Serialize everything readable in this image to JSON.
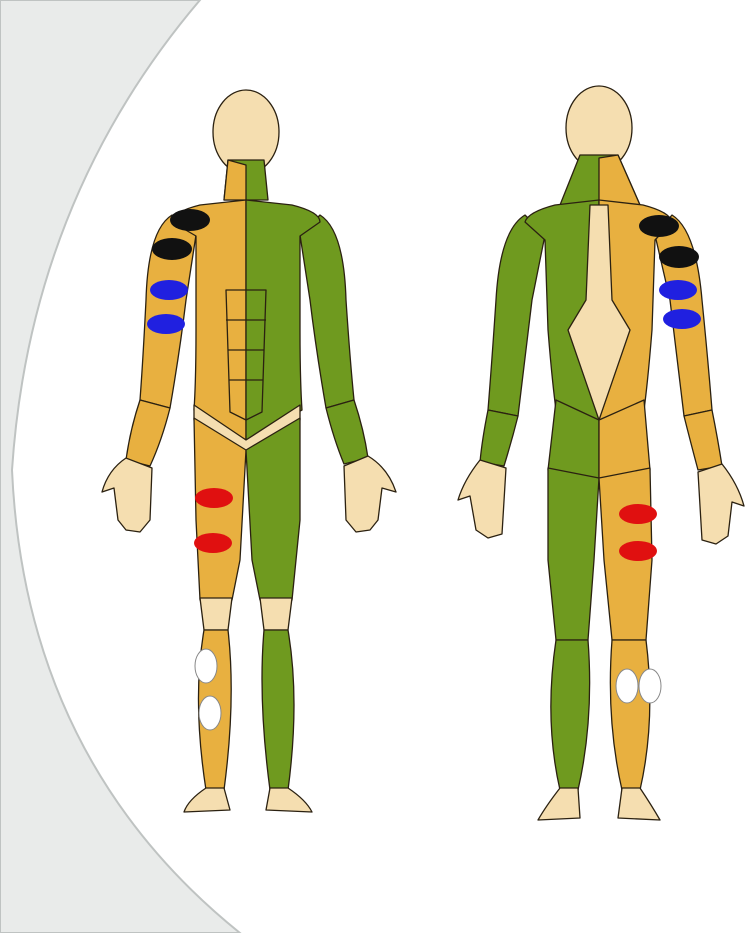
{
  "colors": {
    "background_panel": "#e9ebea",
    "panel_edge": "#bfc3c2",
    "skin": "#f5deb0",
    "muscle_left_side": "#e8b040",
    "muscle_right_side": "#6f9a1f",
    "outline": "#2b2111",
    "marker_black": "#111111",
    "marker_blue": "#2020e0",
    "marker_red": "#e01010",
    "marker_white": "#ffffff"
  },
  "views": [
    {
      "name": "front-view",
      "highlighted_side": "viewer-left"
    },
    {
      "name": "back-view",
      "highlighted_side": "viewer-right"
    }
  ],
  "markers": {
    "front": [
      {
        "region": "shoulder",
        "color": "black",
        "count": 2
      },
      {
        "region": "upper-arm",
        "color": "blue",
        "count": 2
      },
      {
        "region": "thigh",
        "color": "red",
        "count": 2
      },
      {
        "region": "knee-shin",
        "color": "white",
        "count": 2
      }
    ],
    "back": [
      {
        "region": "shoulder",
        "color": "black",
        "count": 2
      },
      {
        "region": "upper-arm",
        "color": "blue",
        "count": 2
      },
      {
        "region": "hamstring",
        "color": "red",
        "count": 2
      },
      {
        "region": "calf",
        "color": "white",
        "count": 2
      }
    ]
  }
}
